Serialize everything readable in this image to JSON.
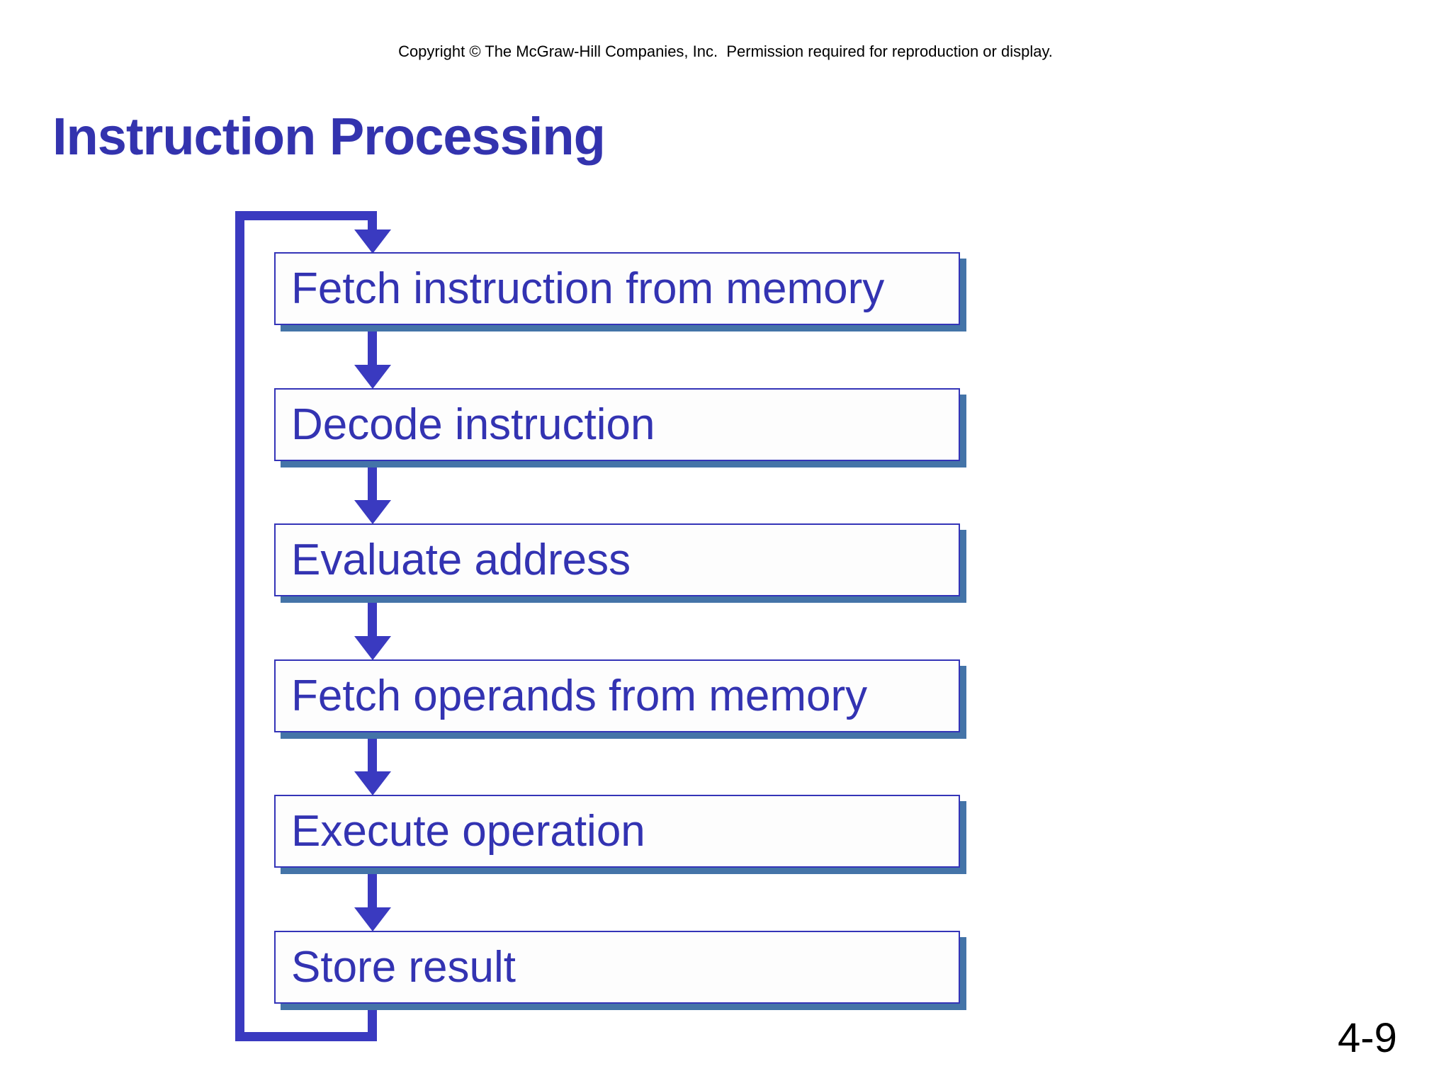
{
  "header": {
    "copyright": "Copyright © The McGraw-Hill Companies, Inc.  Permission required for reproduction or display.",
    "title": "Instruction Processing"
  },
  "diagram": {
    "type": "flowchart",
    "steps": [
      {
        "label": "Fetch instruction from memory"
      },
      {
        "label": "Decode instruction"
      },
      {
        "label": "Evaluate address"
      },
      {
        "label": "Fetch operands from memory"
      },
      {
        "label": "Execute operation"
      },
      {
        "label": "Store result"
      }
    ],
    "flow": "top-to-bottom with loop-back from last step to first step",
    "colors": {
      "accent_line": "#3a3ac0",
      "box_border": "#3434b8",
      "box_fill": "#fdfdfd",
      "box_shadow": "#4474a8",
      "box_text": "#3333b2",
      "title_text": "#3333ae"
    }
  },
  "footer": {
    "page_number": "4-9"
  }
}
